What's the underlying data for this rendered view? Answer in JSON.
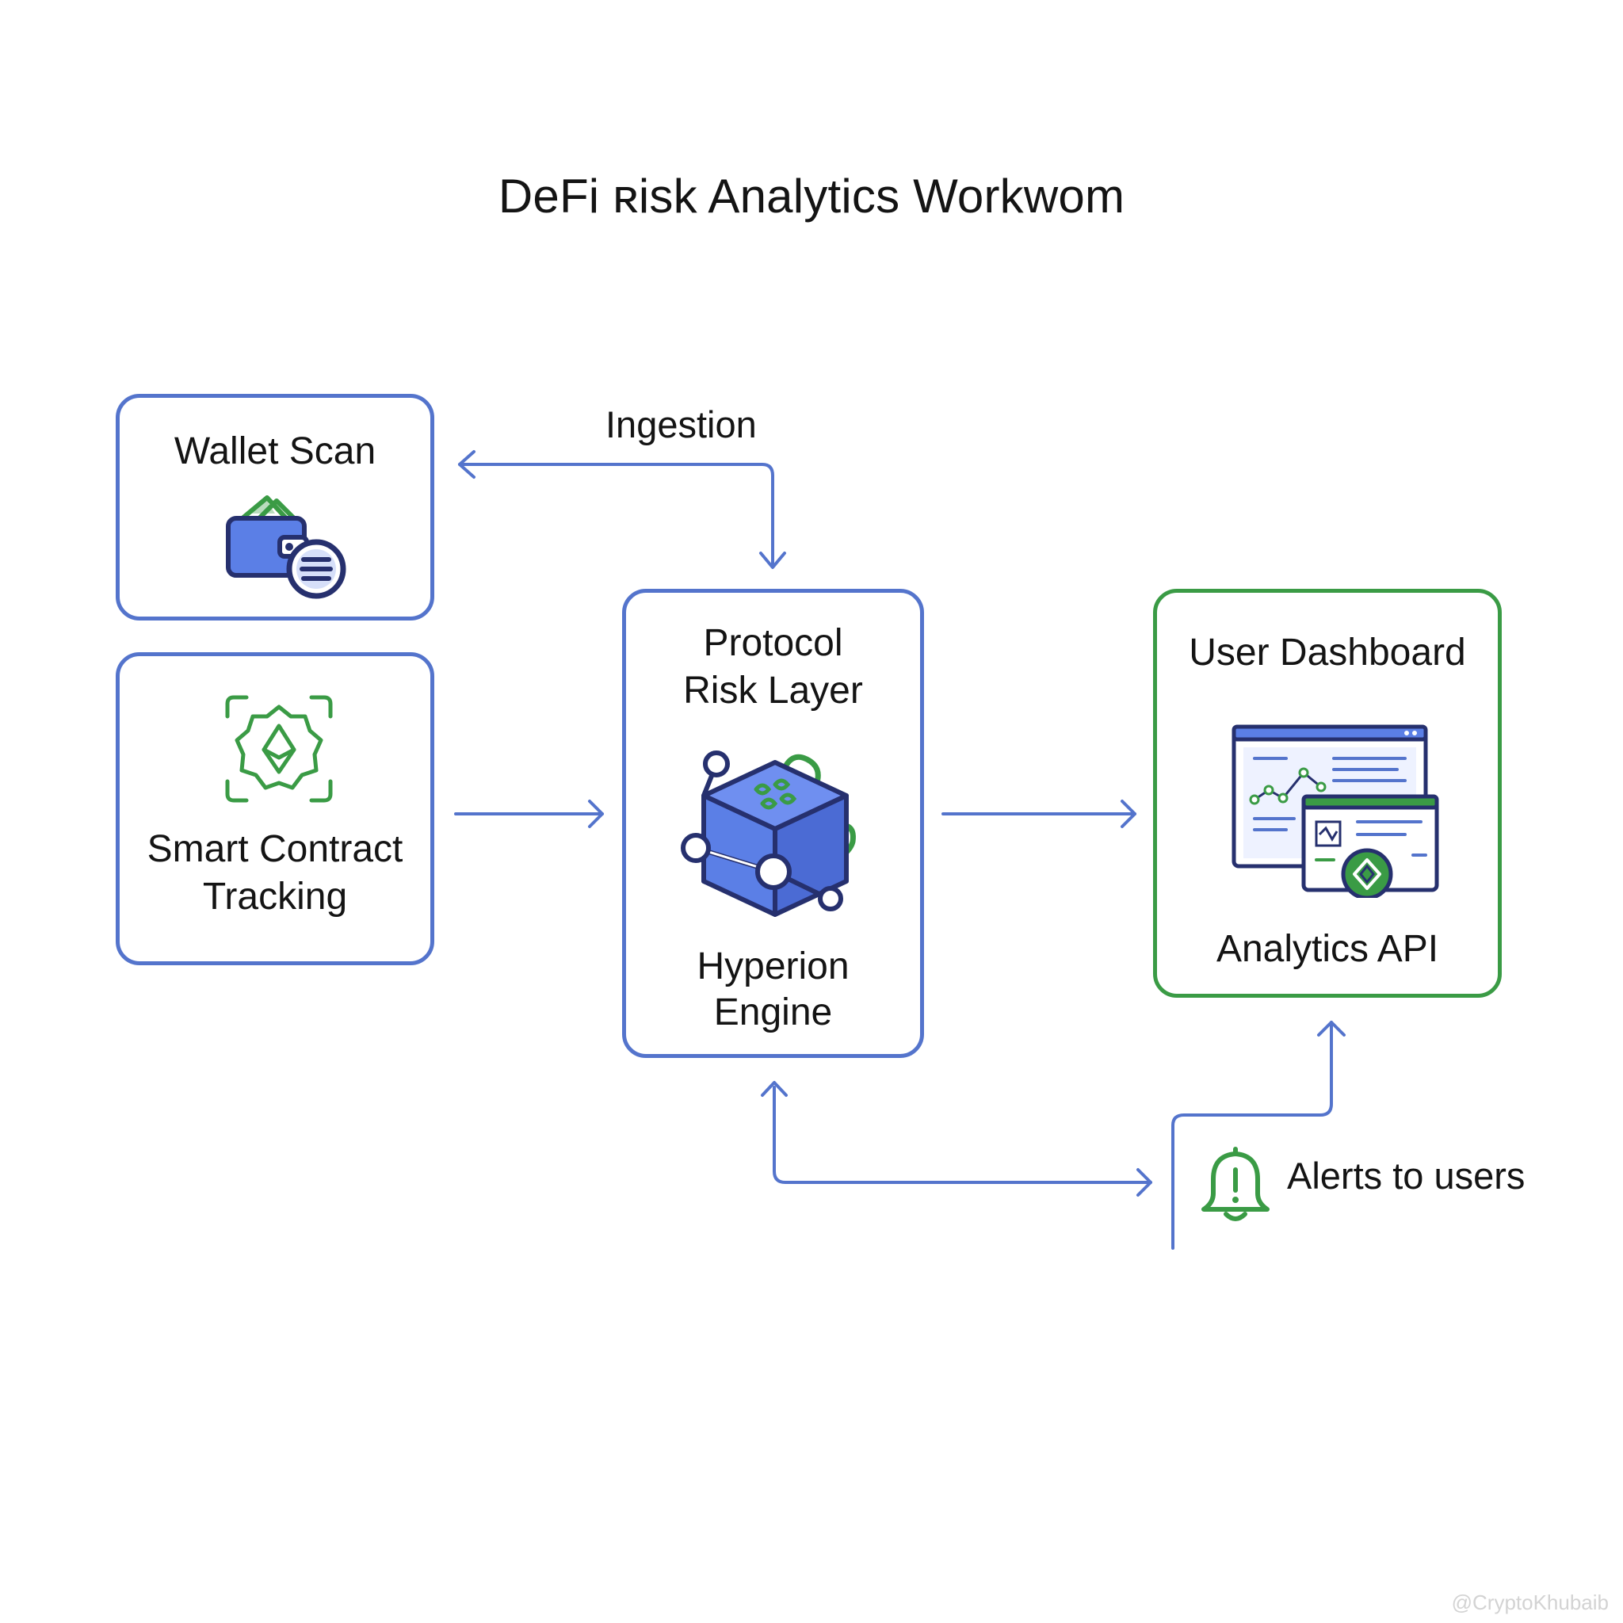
{
  "title": "DeFi ʀisk Analytics Workwom",
  "nodes": {
    "wallet_scan": {
      "label": "Wallet Scan"
    },
    "smart_contract": {
      "label_line1": "Smart Contract",
      "label_line2": "Tracking"
    },
    "protocol_risk": {
      "label_line1": "Protocol",
      "label_line2": "Risk Layer"
    },
    "hyperion": {
      "label_line1": "Hyperion",
      "label_line2": "Engine"
    },
    "user_dashboard": {
      "label": "User Dashboard"
    },
    "analytics_api": {
      "label": "Analytics API"
    },
    "alerts": {
      "label": "Alerts to users"
    }
  },
  "edges": {
    "ingestion": {
      "label": "Ingestion"
    }
  },
  "watermark": "@CryptoKhubaib",
  "colors": {
    "blue": "#5474cc",
    "blue_fill": "#5b7fe6",
    "navy": "#26306e",
    "green": "#3a9b45",
    "text": "#141414"
  },
  "icons": [
    "wallet-icon",
    "ethereum-badge-icon",
    "cube-network-icon",
    "dashboard-windows-icon",
    "bell-alert-icon"
  ]
}
